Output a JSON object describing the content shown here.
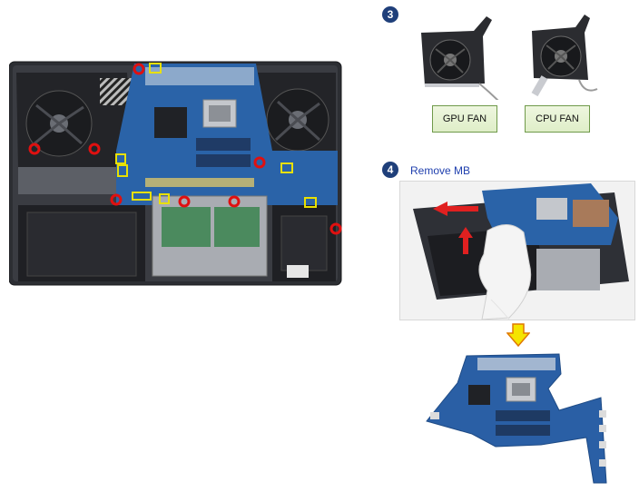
{
  "step3": {
    "number": "3",
    "gpu_fan_label": "GPU FAN",
    "cpu_fan_label": "CPU FAN"
  },
  "step4": {
    "number": "4",
    "title": "Remove MB"
  },
  "colors": {
    "badge": "#1f3f7a",
    "title": "#1f3fae",
    "label_border": "#6f9a4a",
    "label_bg": "#e6f2d3",
    "screw_marker": "#e01010",
    "connector_marker": "#e8e000",
    "arrow_red": "#e02020",
    "arrow_yellow": "#f5e400"
  },
  "icons": {
    "screw": "red-circle",
    "connector": "yellow-rectangle",
    "direction": "red-arrow",
    "next": "yellow-down-arrow"
  }
}
